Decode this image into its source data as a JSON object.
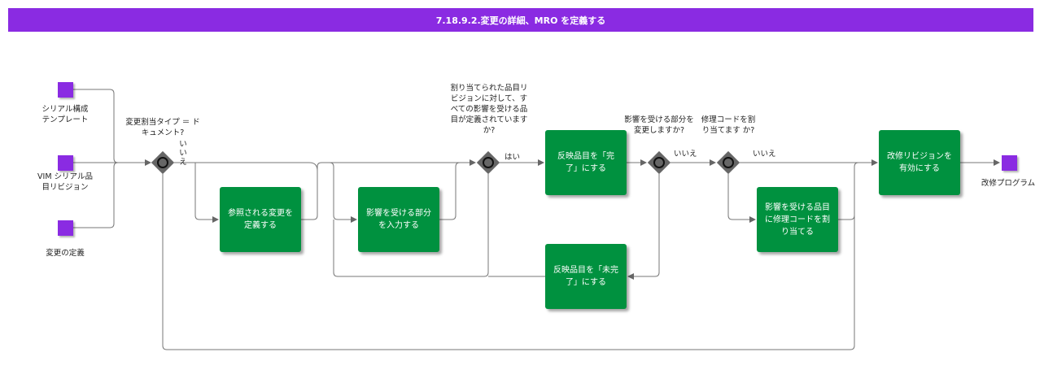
{
  "title": "7.18.9.2.変更の詳細、MRO を定義する",
  "colors": {
    "header": "#8a2be2",
    "task": "#00913f",
    "event": "#8a2be2",
    "gateway": "#555555"
  },
  "start_events": {
    "serial": "シリアル構成テンプレート",
    "vim": "VIM シリアル品目リビジョン",
    "change_def": "変更の定義"
  },
  "end_event": "改修プログラム",
  "gateways": {
    "g1_question": "変更割当タイプ ＝ ドキュメント?",
    "g1_no": "いいえ",
    "g2_question": "割り当てられた品目リビジョンに対して、すべての影響を受ける品目が定義されていますか?",
    "g2_yes": "はい",
    "g3_question": "影響を受ける部分を変更しますか?",
    "g3_no": "いいえ",
    "g4_question": "修理コードを割り当てます か?",
    "g4_no": "いいえ"
  },
  "tasks": {
    "define_ref": "参照される変更を定義する",
    "enter_affected": "影響を受ける部分を入力する",
    "reflect_done": "反映品目を「完了」にする",
    "reflect_undone": "反映品目を「未完了」にする",
    "assign_repair": "影響を受ける品目に修理コードを割り当てる",
    "enable_rev": "改修リビジョンを有効にする"
  }
}
